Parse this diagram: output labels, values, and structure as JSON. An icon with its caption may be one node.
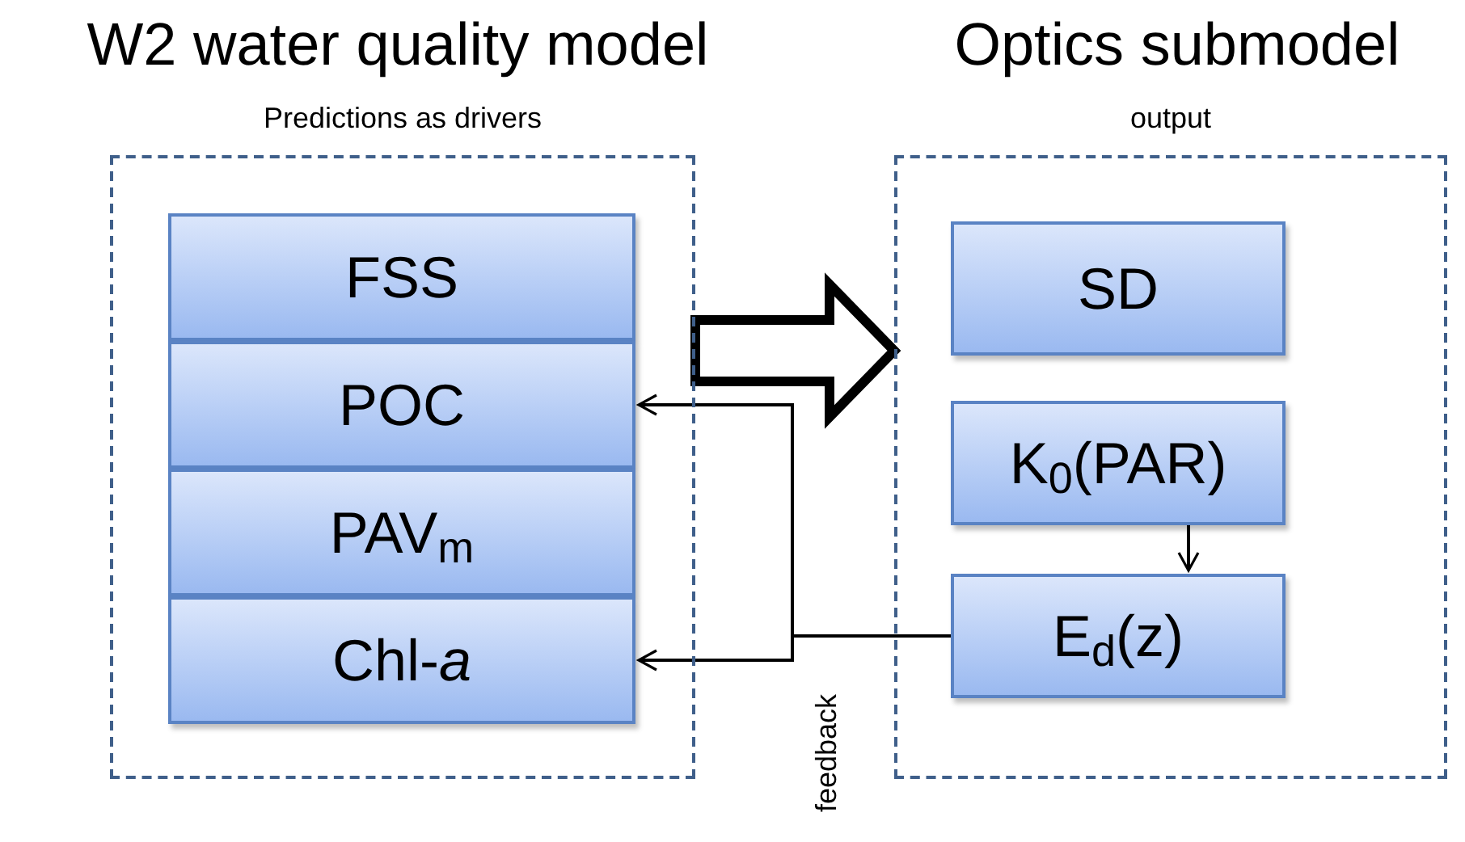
{
  "diagram": {
    "nodes": [
      {
        "text": [
          "W2 water quality model",
          "Predictions as drivers"
        ]
      },
      {
        "text": [
          "FSS"
        ],
        "in": 0
      },
      {
        "text": [
          "POC"
        ],
        "in": 0
      },
      {
        "text": [
          "PAV$_{m}$"
        ],
        "in": 0
      },
      {
        "text": [
          "Chl-*a*"
        ],
        "in": 0
      },
      {
        "text": [
          "Optics submodel",
          "output"
        ]
      },
      {
        "text": [
          "SD"
        ],
        "in": 5
      },
      {
        "text": [
          "K$_{0}$(PAR)"
        ],
        "in": 5
      },
      {
        "text": [
          "E$_{d}$(z)"
        ],
        "in": 5
      }
    ],
    "edges": [
      {
        "from": 0,
        "to": 5,
        "arrow": "to",
        "style": "thick"
      },
      {
        "from": 8,
        "to": 2,
        "arrow": "to"
      },
      {
        "from": 8,
        "to": 4,
        "arrow": "to",
        "label": "feedback"
      },
      {
        "from": 7,
        "to": 8,
        "arrow": "to"
      }
    ]
  }
}
